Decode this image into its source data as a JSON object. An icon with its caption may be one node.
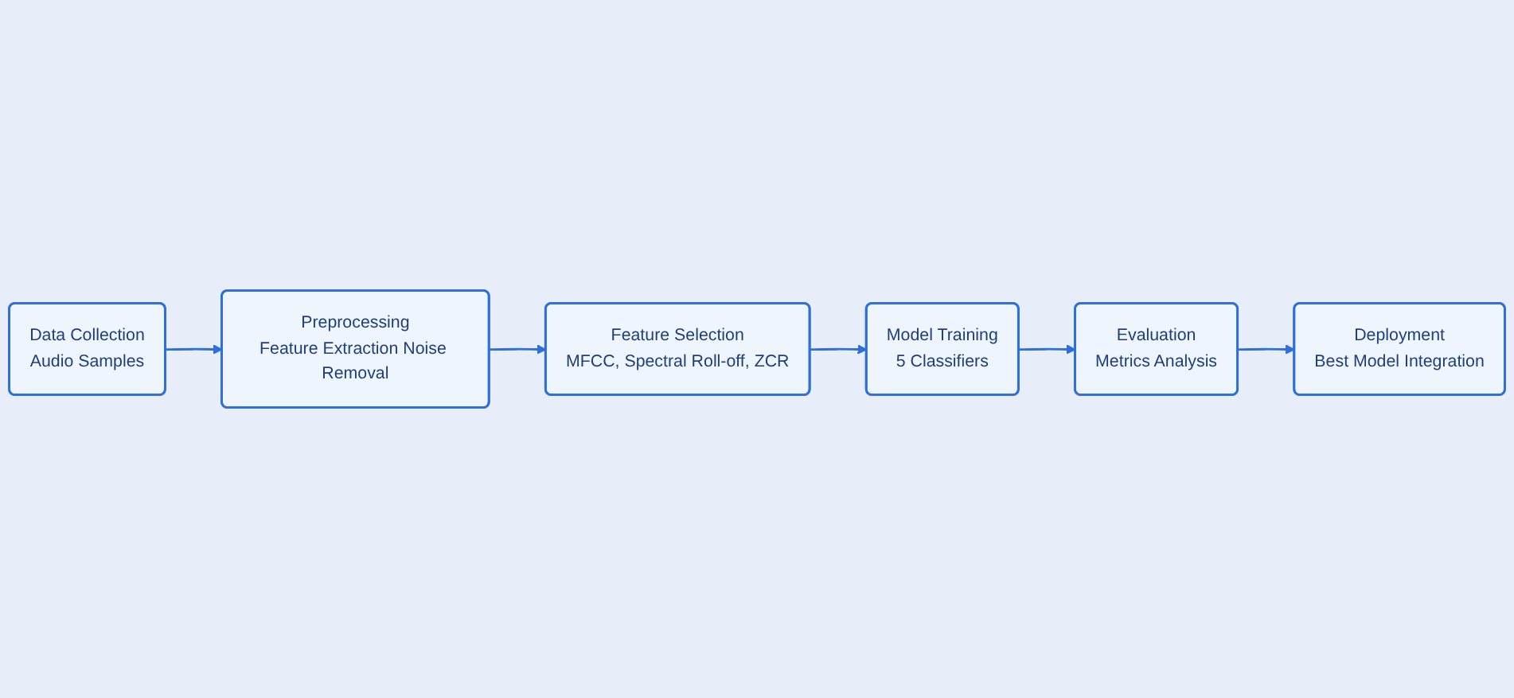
{
  "diagram": {
    "nodes": [
      {
        "text": [
          "Data Collection",
          "Audio Samples"
        ]
      },
      {
        "text": [
          "Preprocessing",
          "Feature Extraction Noise Removal"
        ]
      },
      {
        "text": [
          "Feature Selection",
          "MFCC, Spectral Roll-off, ZCR"
        ]
      },
      {
        "text": [
          "Model Training",
          "5 Classifiers"
        ]
      },
      {
        "text": [
          "Evaluation",
          "Metrics Analysis"
        ]
      },
      {
        "text": [
          "Deployment",
          "Best Model Integration"
        ]
      }
    ],
    "edges": [
      {
        "from": 0,
        "to": 1,
        "arrow": "to"
      },
      {
        "from": 1,
        "to": 2,
        "arrow": "to"
      },
      {
        "from": 2,
        "to": 3,
        "arrow": "to"
      },
      {
        "from": 3,
        "to": 4,
        "arrow": "to"
      },
      {
        "from": 4,
        "to": 5,
        "arrow": "to"
      }
    ]
  }
}
